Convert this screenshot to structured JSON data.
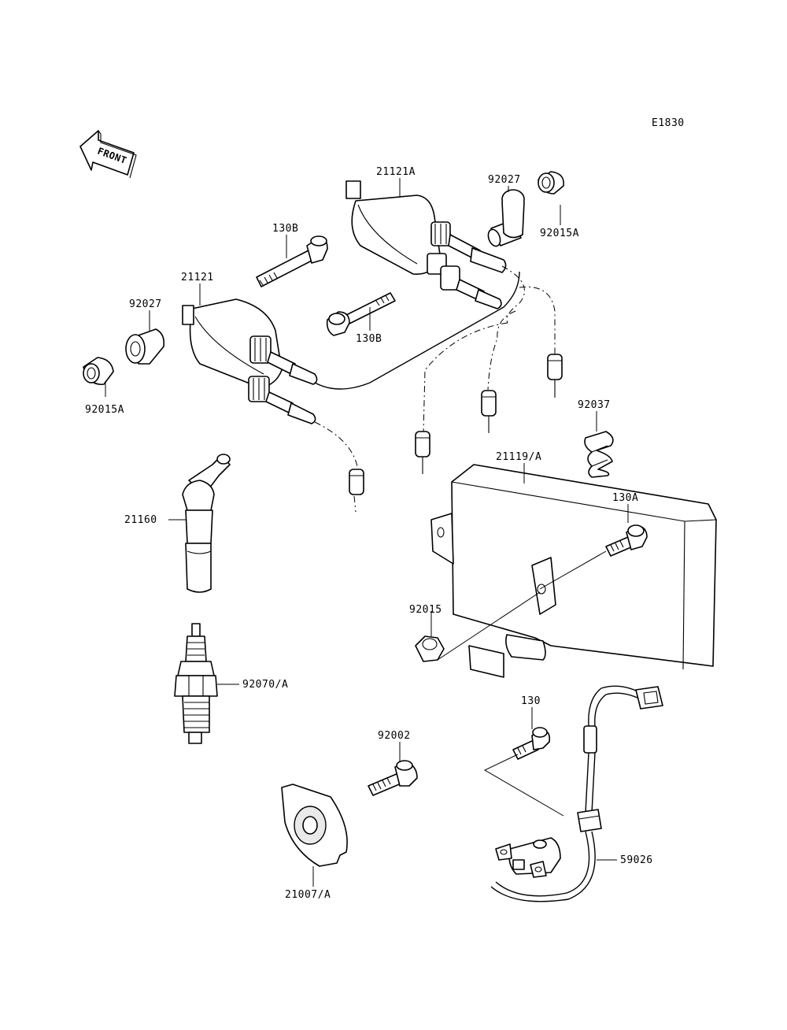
{
  "diagram_code": "E1830",
  "front_arrow_label": "FRONT",
  "parts": {
    "p21121A": "21121A",
    "p92027_right": "92027",
    "p92015A_right": "92015A",
    "p130B_top": "130B",
    "p130B_mid": "130B",
    "p21121": "21121",
    "p92027_left": "92027",
    "p92015A_left": "92015A",
    "p92037": "92037",
    "p21119A": "21119/A",
    "p130A": "130A",
    "p21160": "21160",
    "p92015": "92015",
    "p92070A": "92070/A",
    "p130": "130",
    "p92002": "92002",
    "p59026": "59026",
    "p21007A": "21007/A"
  }
}
